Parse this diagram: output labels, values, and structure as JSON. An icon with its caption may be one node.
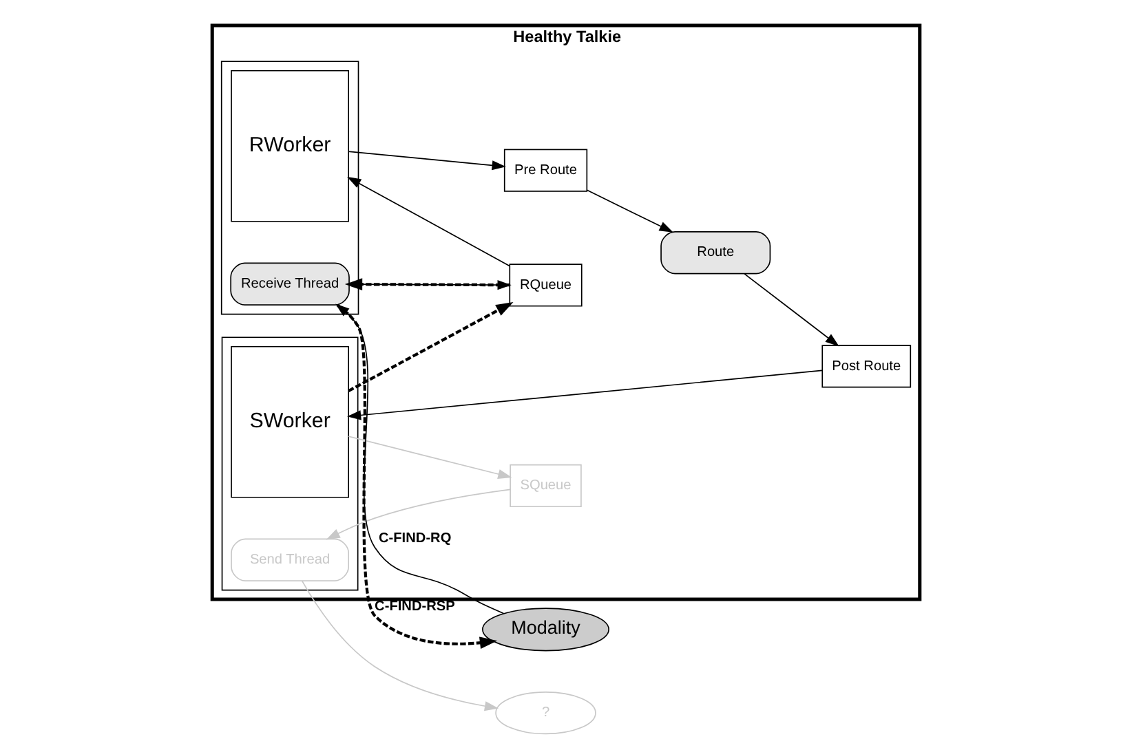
{
  "diagram": {
    "nodes": [
      {
        "text": [
          "Healthy Talkie"
        ]
      },
      {
        "text": [],
        "shape": "box",
        "in": 0
      },
      {
        "text": [
          "RWorker"
        ],
        "in": 1
      },
      {
        "text": [
          "Receive Thread"
        ],
        "in": 1
      },
      {
        "text": [
          "Pre Route"
        ],
        "in": 0
      },
      {
        "text": [
          "Route"
        ],
        "in": 0
      },
      {
        "text": [
          "Post Route"
        ],
        "in": 0
      },
      {
        "text": [
          "RQueue"
        ],
        "in": 0
      },
      {
        "text": [],
        "shape": "box",
        "in": 0
      },
      {
        "text": [
          "SWorker"
        ],
        "in": 8
      },
      {
        "text": [
          "SQueue"
        ],
        "in": 0
      },
      {
        "text": [
          "Send Thread"
        ],
        "in": 8
      },
      {
        "text": [
          "Modality"
        ]
      },
      {
        "text": [
          "?"
        ]
      }
    ],
    "edges": [
      {
        "from": 7,
        "to": 2,
        "arrow": "to"
      },
      {
        "from": 2,
        "to": 4,
        "arrow": "to"
      },
      {
        "from": 4,
        "to": 5,
        "arrow": "to"
      },
      {
        "from": 5,
        "to": 6,
        "arrow": "to"
      },
      {
        "from": 6,
        "to": 9,
        "arrow": "to"
      },
      {
        "from": 9,
        "to": 7,
        "arrow": "to",
        "style": "dashed"
      },
      {
        "from": 7,
        "to": 3,
        "arrow": "to",
        "style": "dashed"
      },
      {
        "from": 3,
        "to": 7,
        "arrow": "to"
      },
      {
        "from": 9,
        "to": 10,
        "arrow": "to",
        "color": "#c8c8c8"
      },
      {
        "from": 10,
        "to": 11,
        "arrow": "to",
        "color": "#c8c8c8"
      },
      {
        "from": 11,
        "to": 13,
        "arrow": "to",
        "color": "#c8c8c8"
      },
      {
        "from": 12,
        "to": 3,
        "arrow": "to",
        "label": "C-FIND-RQ"
      },
      {
        "from": 3,
        "to": 12,
        "arrow": "to",
        "label": "C-FIND-RSP",
        "style": "dashed"
      }
    ]
  }
}
